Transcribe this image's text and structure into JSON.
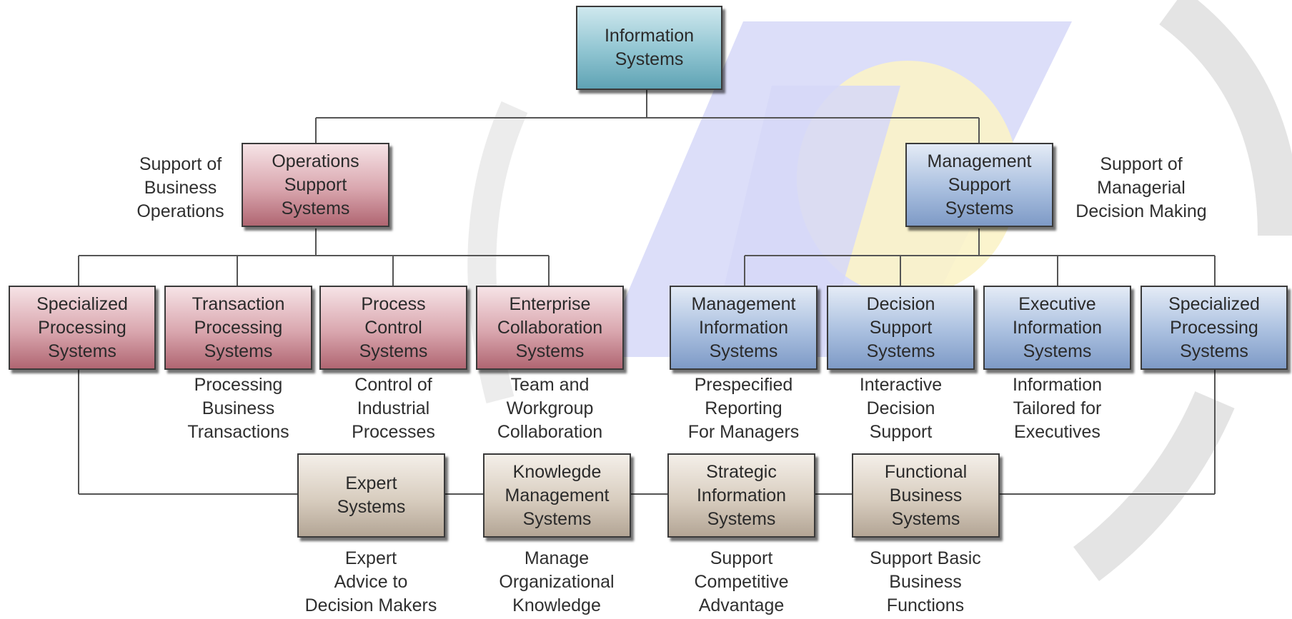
{
  "colors": {
    "teal": "#8fc4d1",
    "red": "#d9a6ae",
    "blue": "#a9bfdf",
    "tan": "#d8cdbf",
    "line": "#555555"
  },
  "root": {
    "label": "Information\nSystems"
  },
  "operations": {
    "label": "Operations\nSupport\nSystems",
    "caption": "Support of\nBusiness\nOperations",
    "children": [
      {
        "label": "Specialized\nProcessing\nSystems",
        "caption": ""
      },
      {
        "label": "Transaction\nProcessing\nSystems",
        "caption": "Processing\nBusiness\nTransactions"
      },
      {
        "label": "Process\nControl\nSystems",
        "caption": "Control of\nIndustrial\nProcesses"
      },
      {
        "label": "Enterprise\nCollaboration\nSystems",
        "caption": "Team and\nWorkgroup\nCollaboration"
      }
    ]
  },
  "management": {
    "label": "Management\nSupport\nSystems",
    "caption": "Support of\nManagerial\nDecision Making",
    "children": [
      {
        "label": "Management\nInformation\nSystems",
        "caption": "Prespecified\nReporting\nFor Managers"
      },
      {
        "label": "Decision\nSupport\nSystems",
        "caption": "Interactive\nDecision\nSupport"
      },
      {
        "label": "Executive\nInformation\nSystems",
        "caption": "Information\nTailored for\nExecutives"
      },
      {
        "label": "Specialized\nProcessing\nSystems",
        "caption": ""
      }
    ]
  },
  "bottom": [
    {
      "label": "Expert\nSystems",
      "caption": "Expert\nAdvice to\nDecision Makers"
    },
    {
      "label": "Knowlegde\nManagement\nSystems",
      "caption": "Manage\nOrganizational\nKnowledge"
    },
    {
      "label": "Strategic\nInformation\nSystems",
      "caption": "Support\nCompetitive\nAdvantage"
    },
    {
      "label": "Functional\nBusiness\nSystems",
      "caption": "Support Basic\nBusiness\nFunctions"
    }
  ]
}
